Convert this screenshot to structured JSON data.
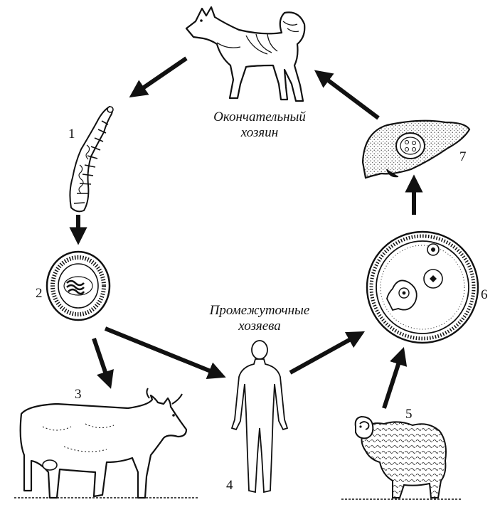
{
  "labels": {
    "definitive_host_line1": "Окончательный",
    "definitive_host_line2": "хозяин",
    "intermediate_hosts_line1": "Промежуточные",
    "intermediate_hosts_line2": "хозяева"
  },
  "stages": [
    {
      "number": "1",
      "depicts": "adult tapeworm"
    },
    {
      "number": "2",
      "depicts": "egg"
    },
    {
      "number": "3",
      "depicts": "cow"
    },
    {
      "number": "4",
      "depicts": "human"
    },
    {
      "number": "5",
      "depicts": "sheep"
    },
    {
      "number": "6",
      "depicts": "hydatid cyst"
    },
    {
      "number": "7",
      "depicts": "liver"
    }
  ],
  "colors": {
    "ink": "#111111",
    "background": "#ffffff"
  }
}
